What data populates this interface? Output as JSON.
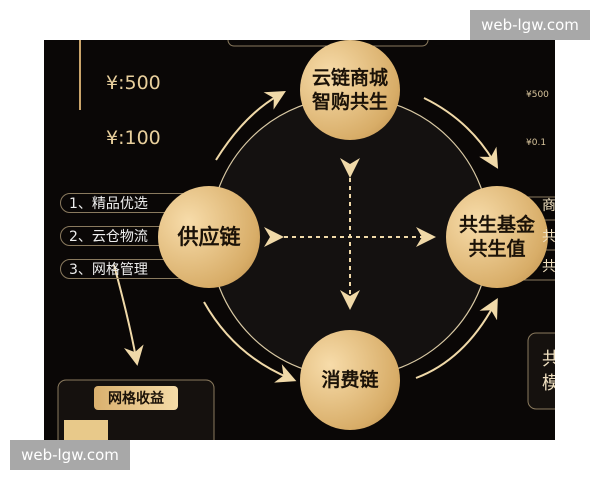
{
  "watermarks": {
    "top": "web-lgw.com",
    "bottom": "web-lgw.com"
  },
  "prices_left": [
    "¥:500",
    "¥:100"
  ],
  "prices_right": [
    "¥500",
    "¥0.1"
  ],
  "supply_items": [
    "1、精品优选",
    "2、云仓物流",
    "3、网格管理"
  ],
  "nodes": {
    "top": [
      "云链商城",
      "智购共生"
    ],
    "left": [
      "供应链"
    ],
    "right": [
      "共生基金",
      "共生值"
    ],
    "bottom": [
      "消费链"
    ]
  },
  "right_items": [
    "商",
    "共",
    "共"
  ],
  "right_box": [
    "共",
    "模"
  ],
  "grid_income": {
    "title": "网格收益"
  },
  "colors": {
    "background": "#0a0706",
    "gold": "#e0b878",
    "text_dark": "#1b1208"
  }
}
